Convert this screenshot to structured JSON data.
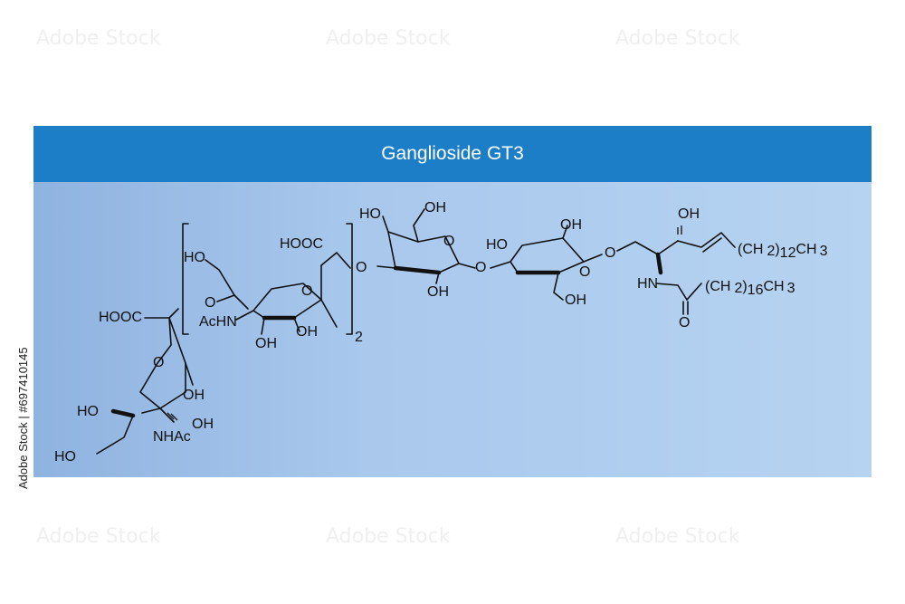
{
  "title": "Ganglioside GT3",
  "watermark": "Adobe Stock",
  "stock_id": "Adobe Stock | #697410145",
  "colors": {
    "header": "#1d7ec8",
    "panel_left": "#8fb3e0",
    "panel_right": "#b6d3f1",
    "ink": "#111111"
  },
  "molecule": {
    "labels": {
      "ho_top_left": "HO",
      "o_link_1": "O",
      "hooc_top": "HOOC",
      "o_link_2": "O",
      "achn": "AcHN",
      "oh_a": "OH",
      "oh_b": "OH",
      "repeat_n": "2",
      "hooc_left": "HOOC",
      "o_ring_1": "O",
      "oh_ring_1": "OH",
      "ho_low": "HO",
      "oh_low": "OH",
      "nhac": "NHAc",
      "ho_bottom": "HO",
      "gal_ho": "HO",
      "gal_oh_top": "OH",
      "gal_o_ring": "O",
      "gal_oh_bot": "OH",
      "o_link_3": "O",
      "glc_ho": "HO",
      "glc_oh_top": "OH",
      "glc_o_ring": "O",
      "glc_oh_bot": "OH",
      "o_link_4": "O",
      "cer_oh": "OH",
      "cer_chain_1": "(CH",
      "cer_sub_1": "2",
      "cer_idx_1": "12",
      "cer_ch3_1": "CH",
      "cer_end_1": "3",
      "cer_hn": "HN",
      "cer_chain_2": "(CH",
      "cer_sub_2": "2",
      "cer_idx_2": "16",
      "cer_ch3_2": "CH",
      "cer_end_2": "3",
      "cer_o": "O",
      "sia_o_ring": "O"
    }
  }
}
